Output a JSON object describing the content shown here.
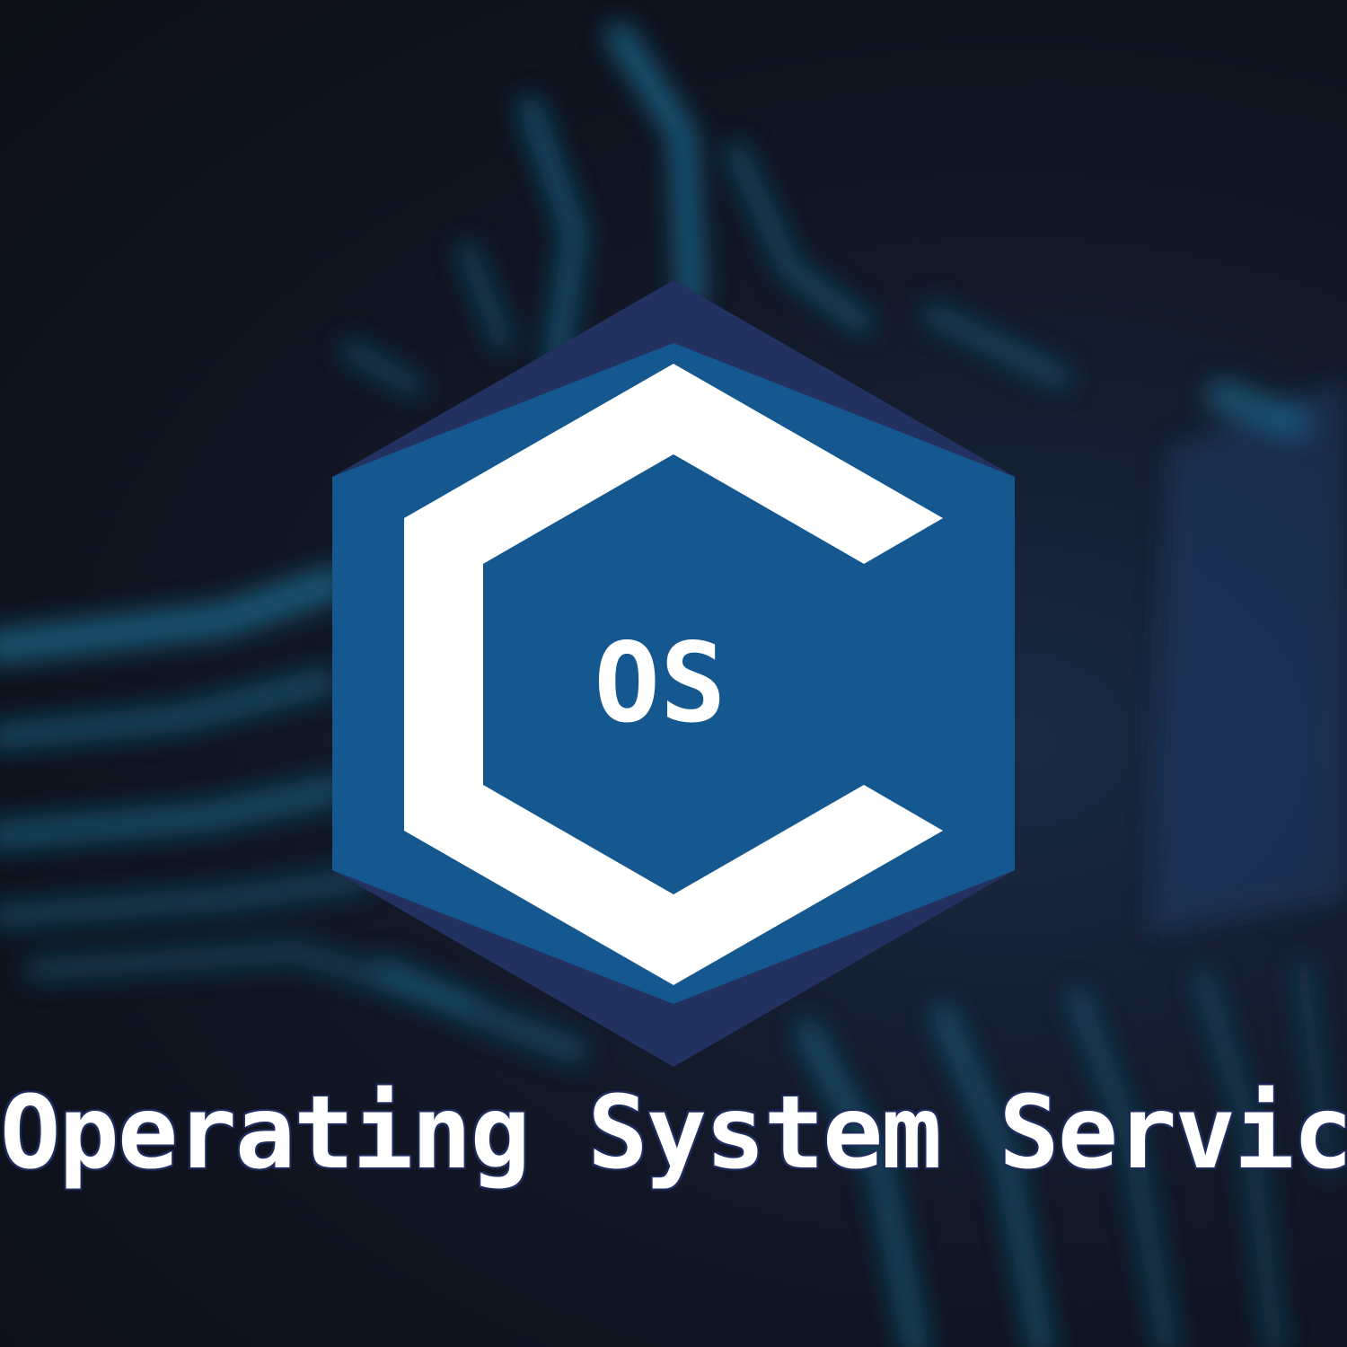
{
  "logo": {
    "monogram": "C",
    "inner_text": "OS",
    "colors": {
      "outer_rim": "#22315f",
      "face": "#155890",
      "letter": "#ffffff"
    }
  },
  "caption": {
    "text": "Operating System Services"
  },
  "background": {
    "description_icon": "circuit-board-icon",
    "accent": "#1b6f96"
  }
}
